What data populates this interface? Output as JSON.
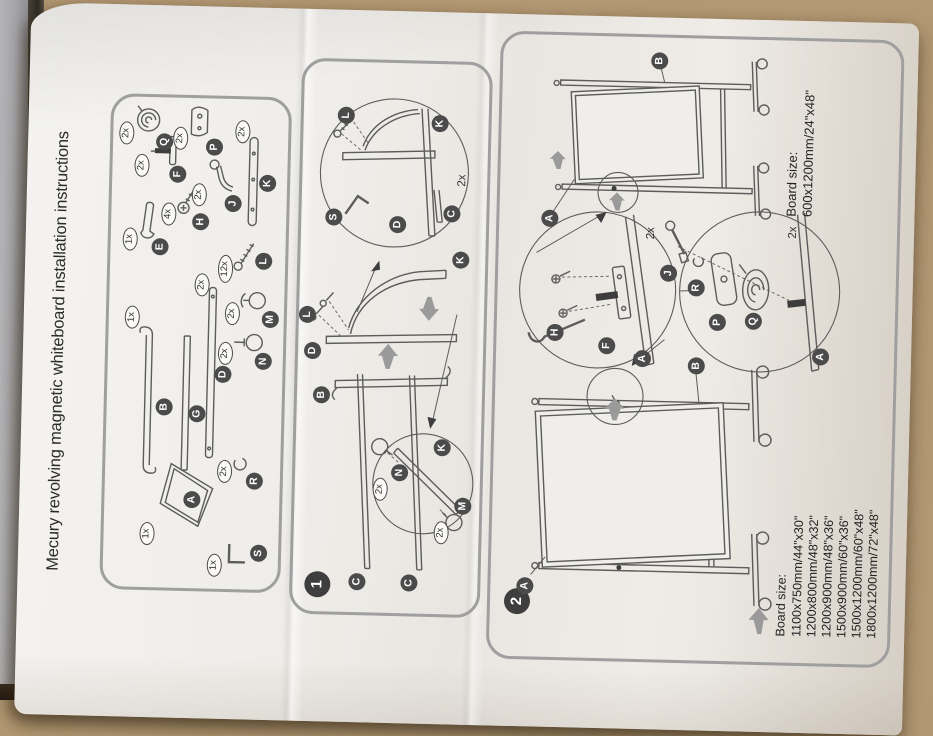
{
  "title": "Mecury revolving magnetic whiteboard installation instructions",
  "parts": [
    {
      "id": "S",
      "qty": "1x",
      "kind": "hex-key"
    },
    {
      "id": "A",
      "qty": "1x",
      "kind": "whiteboard-panel"
    },
    {
      "id": "R",
      "qty": "2x",
      "kind": "ring-clip"
    },
    {
      "id": "B",
      "qty": "1x",
      "kind": "foot-bar"
    },
    {
      "id": "G",
      "kind": "pen-tray-bar"
    },
    {
      "id": "D",
      "qty": "2x",
      "kind": "frame-bar"
    },
    {
      "id": "N",
      "qty": "2x",
      "kind": "caster-wheel"
    },
    {
      "id": "M",
      "qty": "2x",
      "kind": "caster-wheel"
    },
    {
      "id": "L",
      "qty": "12x",
      "kind": "screw"
    },
    {
      "id": "E",
      "qty": "1x",
      "kind": "wrench"
    },
    {
      "id": "H",
      "qty": "4x",
      "kind": "bolt"
    },
    {
      "id": "J",
      "qty": "2x",
      "kind": "lock-lever"
    },
    {
      "id": "K",
      "qty": "2x",
      "kind": "leg-bar"
    },
    {
      "id": "F",
      "qty": "2x",
      "kind": "pivot-bracket"
    },
    {
      "id": "Q",
      "qty": "2x",
      "kind": "spring-disc"
    },
    {
      "id": "P",
      "qty": "2x",
      "kind": "lock-plate"
    }
  ],
  "step1": {
    "num": "1",
    "frame_labels": [
      "C",
      "C",
      "B",
      "D",
      "L",
      "K"
    ],
    "detail_joint": {
      "labels": [
        "S",
        "D",
        "L",
        "K",
        "C"
      ],
      "qty": "2x"
    },
    "detail_casters": {
      "labels": [
        "N",
        "M",
        "K"
      ],
      "qty_n": "2x",
      "qty_m": "2x"
    }
  },
  "step2": {
    "num": "2",
    "variant_small": {
      "label_a": "A",
      "label_b": "B",
      "size_title": "Board size:",
      "size_value": "600x1200mm/24\"x48\""
    },
    "variant_large": {
      "label_a": "A",
      "label_b": "B"
    },
    "detail_bracket": {
      "labels": [
        "H",
        "F",
        "A"
      ],
      "qty": "2x"
    },
    "detail_pivot": {
      "labels": [
        "J",
        "R",
        "P",
        "Q",
        "A"
      ],
      "qty": "2x"
    },
    "sizes": {
      "title": "Board size:",
      "list": [
        "1100x750mm/44\"x30\"",
        "1200x800mm/48\"x32\"",
        "1200x900mm/48\"x36\"",
        "1500x900mm/60\"x36\"",
        "1500x1200mm/60\"x48\"",
        "1800x1200mm/72\"x48\""
      ]
    }
  },
  "colors": {
    "paper": "#efede9",
    "panel_border": "#9f9f9f",
    "cardboard": "#b39873",
    "badge": "#4b4b4b"
  }
}
